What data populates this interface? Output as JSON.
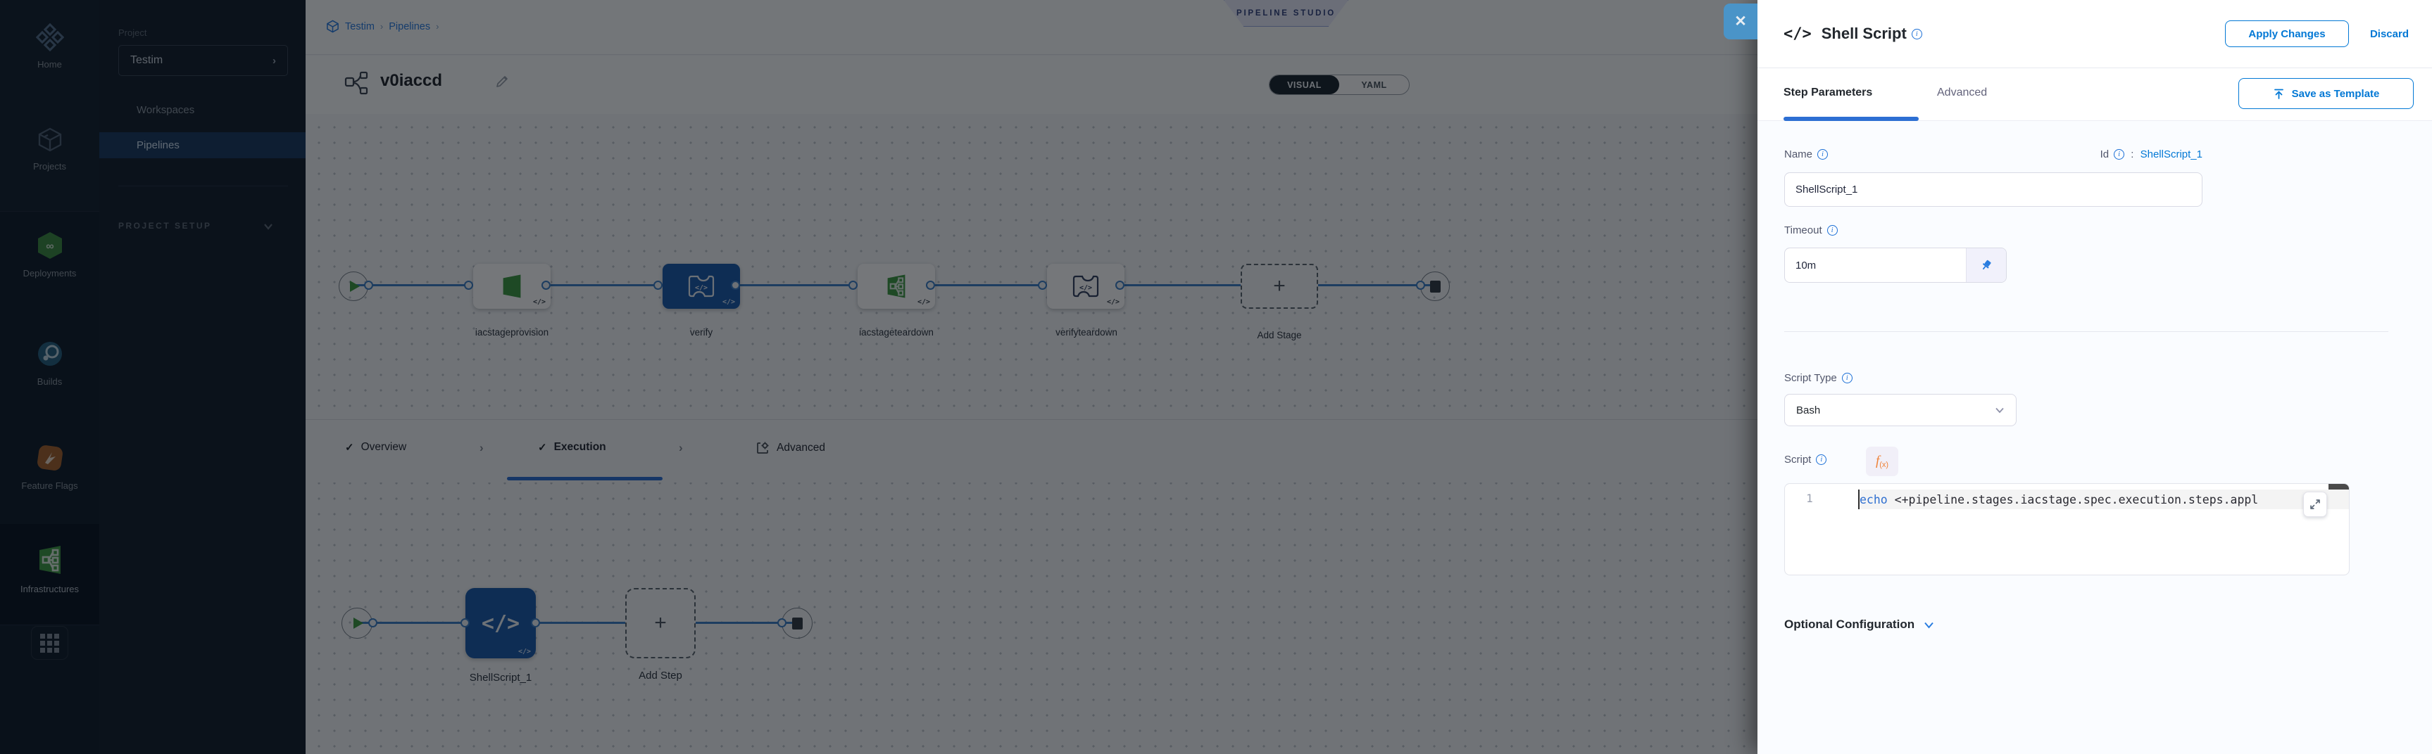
{
  "modules": {
    "items": [
      {
        "label": "Home"
      },
      {
        "label": "Projects"
      },
      {
        "label": "Deployments"
      },
      {
        "label": "Builds"
      },
      {
        "label": "Feature Flags"
      },
      {
        "label": "Infrastructures"
      }
    ]
  },
  "project_nav": {
    "section_label": "Project",
    "project_name": "Testim",
    "workspaces_label": "Workspaces",
    "pipelines_label": "Pipelines",
    "setup_label": "PROJECT SETUP"
  },
  "topbar": {
    "breadcrumb_project": "Testim",
    "breadcrumb_pipelines": "Pipelines",
    "studio_badge": "PIPELINE STUDIO",
    "pipeline_name": "v0iaccd",
    "visual_label": "VISUAL",
    "yaml_label": "YAML"
  },
  "stage_graph": {
    "stages": [
      {
        "name": "iacstageprovision"
      },
      {
        "name": "verify"
      },
      {
        "name": "iacstageteardown"
      },
      {
        "name": "verifyteardown"
      }
    ],
    "add_stage_label": "Add Stage",
    "code_badge": "</>"
  },
  "stage_tabs": {
    "overview": "Overview",
    "execution": "Execution",
    "advanced": "Advanced",
    "check_glyph": "✓",
    "separator_glyph": "›"
  },
  "execution_graph": {
    "step_name": "ShellScript_1",
    "step_glyph": "</>",
    "add_step_label": "Add Step"
  },
  "drawer": {
    "close_glyph": "✕",
    "title_glyph": "</>",
    "title": "Shell Script",
    "apply_label": "Apply Changes",
    "discard_label": "Discard",
    "tab_step_parameters": "Step Parameters",
    "tab_advanced": "Advanced",
    "save_as_template_label": "Save as Template",
    "name_label": "Name",
    "name_value": "ShellScript_1",
    "id_label": "Id",
    "id_separator": ":",
    "id_value": "ShellScript_1",
    "timeout_label": "Timeout",
    "timeout_value": "10m",
    "script_type_label": "Script Type",
    "script_type_value": "Bash",
    "script_label": "Script",
    "fx_label": "f",
    "fx_sub": "(x)",
    "line_number": "1",
    "code_keyword": "echo",
    "code_rest": " <+pipeline.stages.iacstage.spec.execution.steps.appl",
    "optional_config_label": "Optional Configuration"
  },
  "colors": {
    "accent": "#0278d5",
    "selected_node": "#1b5bab",
    "success_green": "#3e9a42",
    "sidebar_bg": "#101d2c"
  }
}
